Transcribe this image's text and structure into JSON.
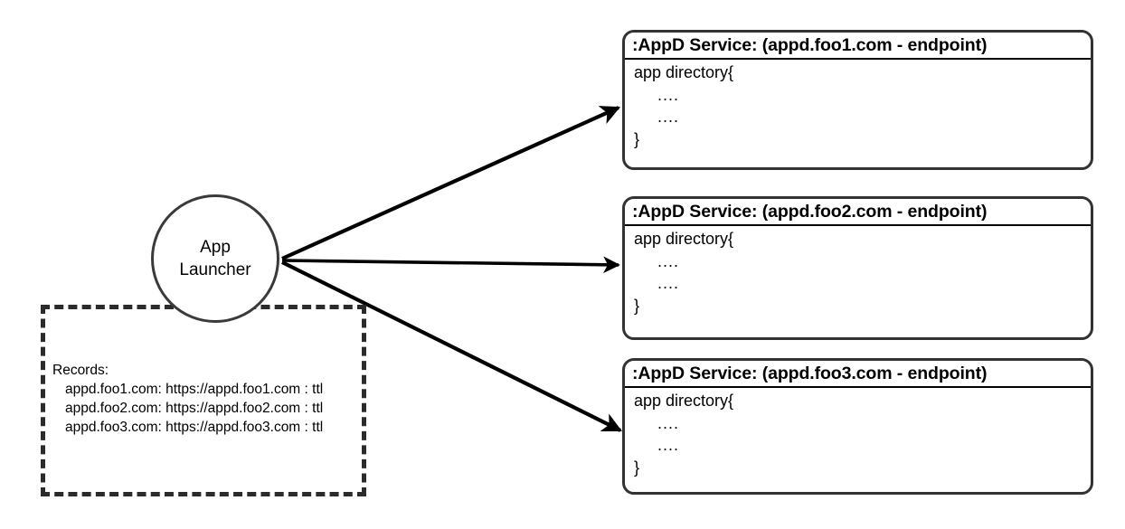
{
  "diagram": {
    "title": "App Launcher to AppD Service endpoints",
    "colors": {
      "stroke": "#333333",
      "dashed_stroke": "#2b2b2b",
      "node_stroke": "#3a3a3a",
      "text": "#000000",
      "background": "#ffffff"
    }
  },
  "launcher": {
    "line1": "App",
    "line2": "Launcher"
  },
  "records": {
    "heading": "Records:",
    "entries": [
      "appd.foo1.com: https://appd.foo1.com : ttl",
      "appd.foo2.com: https://appd.foo2.com : ttl",
      "appd.foo3.com: https://appd.foo3.com : ttl"
    ]
  },
  "services": [
    {
      "title": ":AppD Service: (appd.foo1.com - endpoint)",
      "open_line": "app directory{",
      "dots1": "....",
      "dots2": "....",
      "close_line": "}"
    },
    {
      "title": ":AppD Service: (appd.foo2.com - endpoint)",
      "open_line": "app directory{",
      "dots1": "....",
      "dots2": "....",
      "close_line": "}"
    },
    {
      "title": ":AppD Service: (appd.foo3.com - endpoint)",
      "open_line": "app directory{",
      "dots1": "....",
      "dots2": "....",
      "close_line": "}"
    }
  ],
  "edges": [
    {
      "label": "",
      "from": "App Launcher",
      "to": ":AppD Service: (appd.foo1.com - endpoint)"
    },
    {
      "label": "",
      "from": "App Launcher",
      "to": ":AppD Service: (appd.foo2.com - endpoint)"
    },
    {
      "label": "",
      "from": "App Launcher",
      "to": ":AppD Service: (appd.foo3.com - endpoint)"
    }
  ]
}
